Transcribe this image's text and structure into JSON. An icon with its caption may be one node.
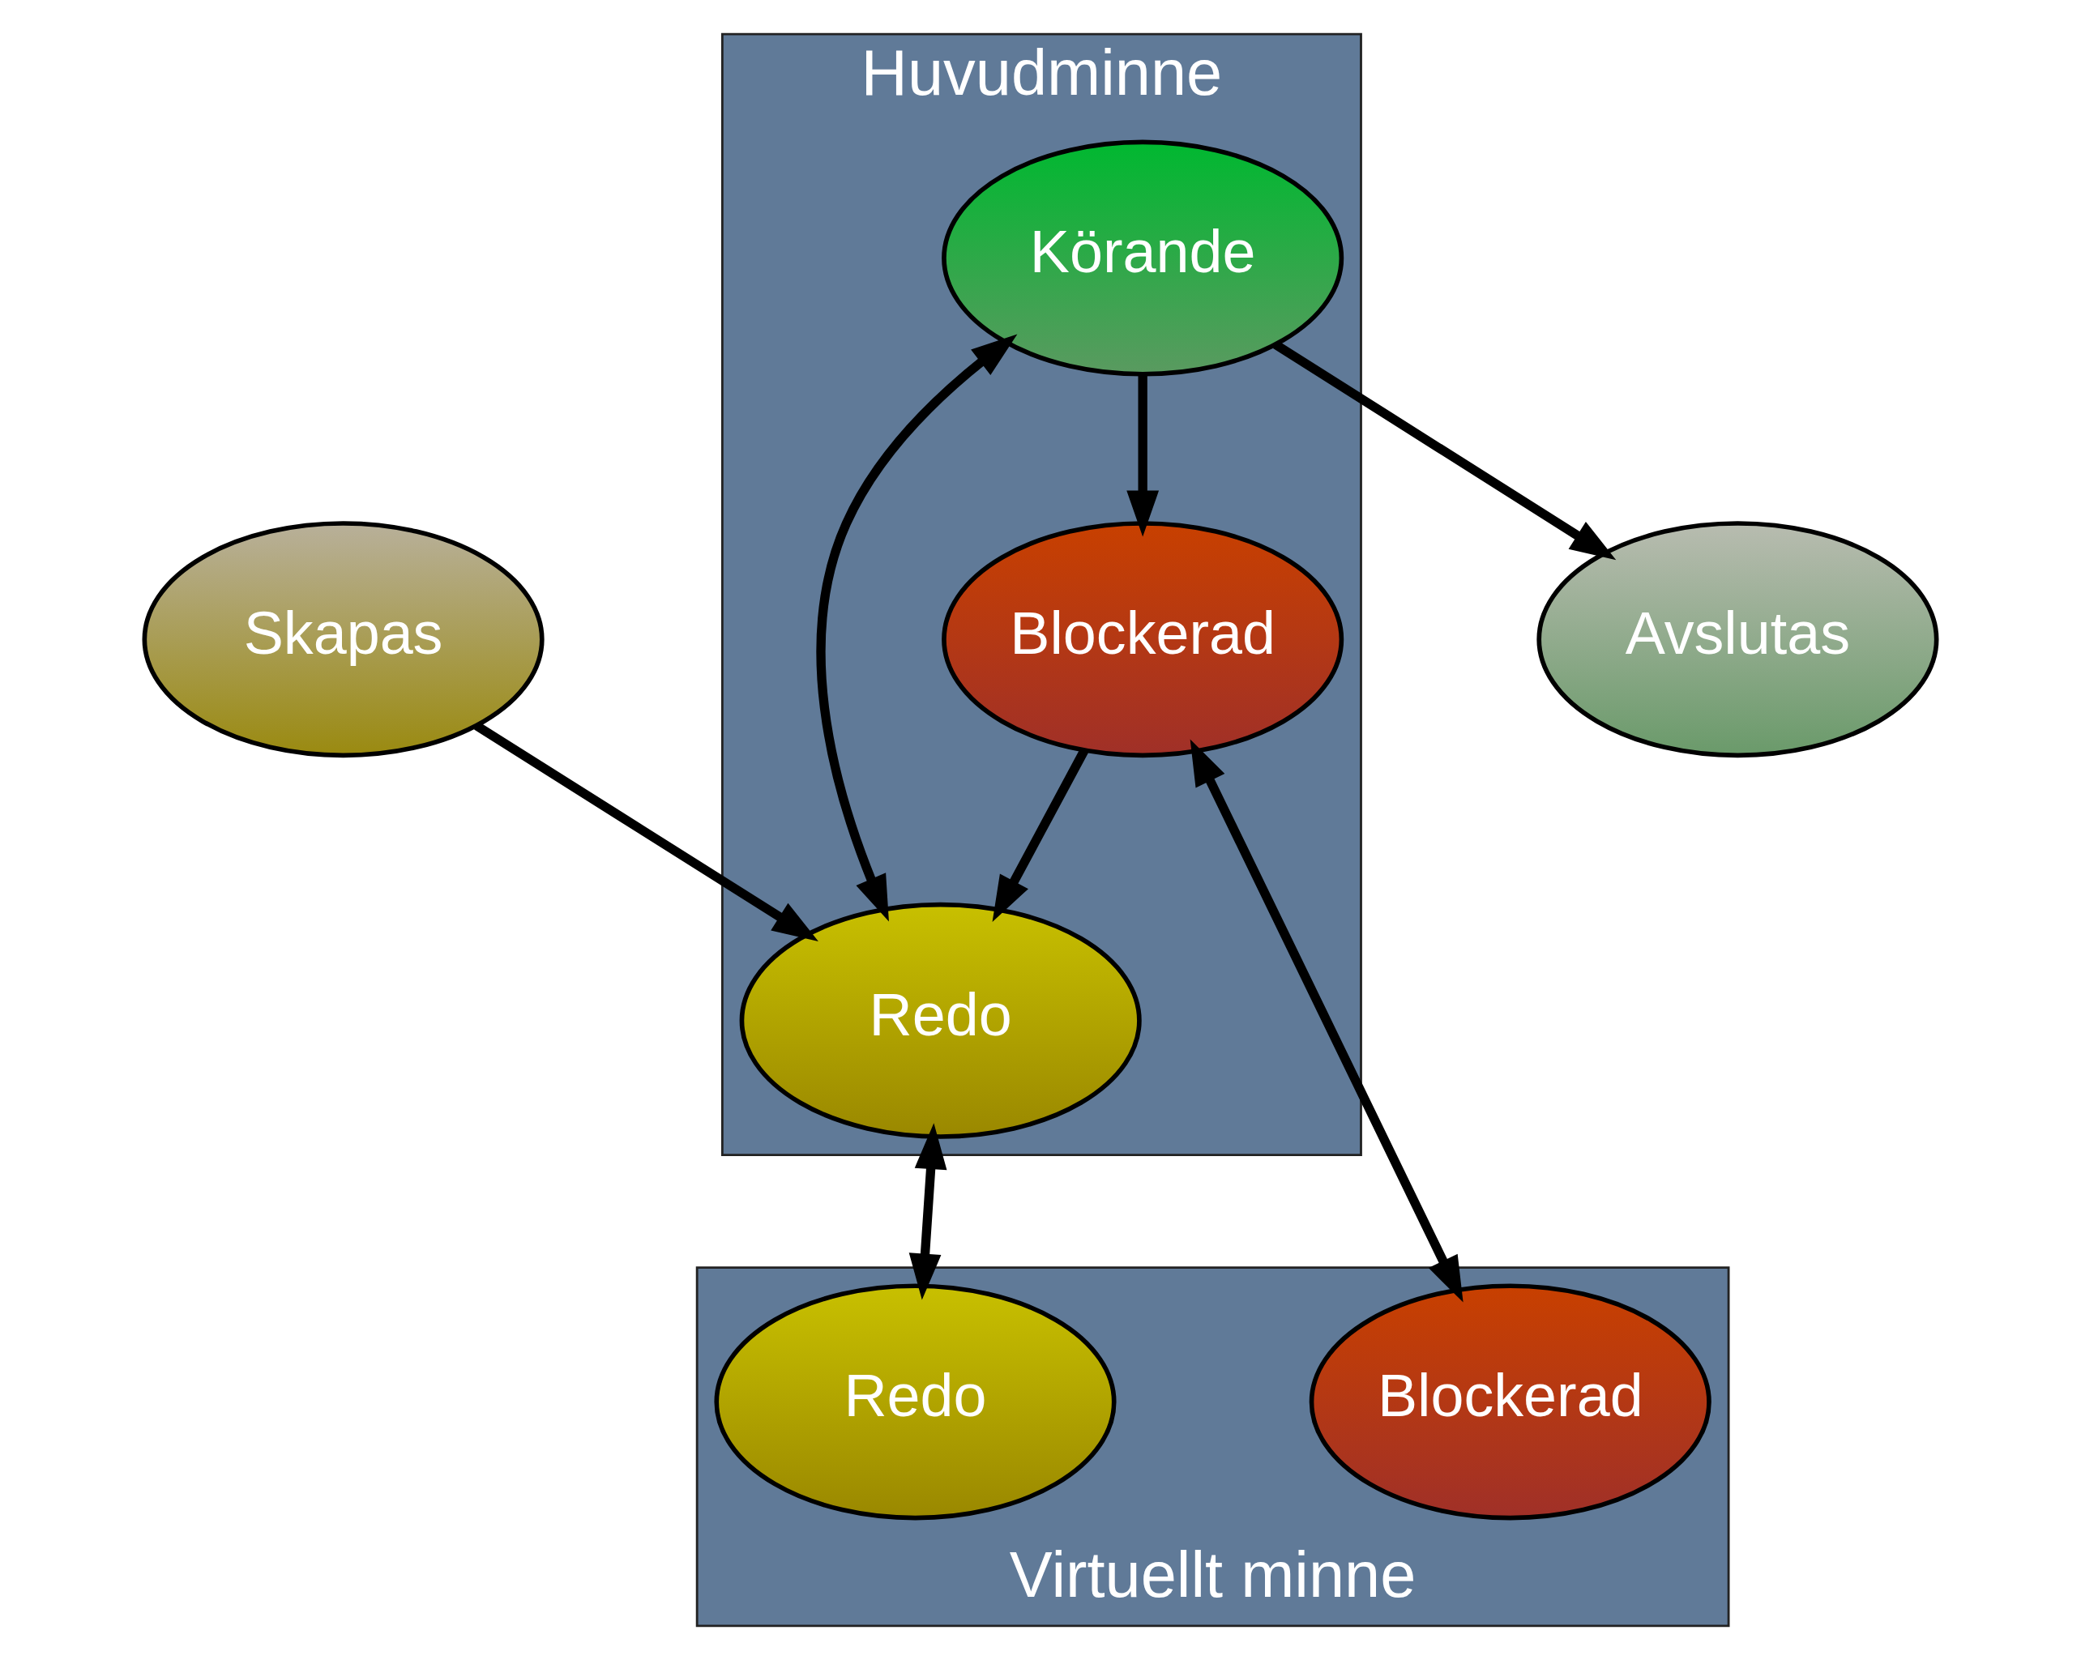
{
  "diagram": {
    "nodes": [
      {
        "text": [
          "Skapas"
        ]
      },
      {
        "text": [
          "Avslutas"
        ]
      },
      {
        "text": [
          "Huvudminne"
        ]
      },
      {
        "text": [
          "Körande"
        ],
        "in": 2
      },
      {
        "text": [
          "Redo"
        ],
        "in": 2
      },
      {
        "text": [
          "Blockerad"
        ],
        "in": 2
      },
      {
        "text": [
          "Virtuellt minne"
        ]
      },
      {
        "text": [
          "Redo"
        ],
        "in": 6
      },
      {
        "text": [
          "Blockerad"
        ],
        "in": 6
      }
    ],
    "edges": [
      {
        "from": 0,
        "to": 4,
        "arrow": "to"
      },
      {
        "from": 3,
        "to": 1,
        "arrow": "to"
      },
      {
        "from": 4,
        "to": 3,
        "arrow": "both"
      },
      {
        "from": 3,
        "to": 5,
        "arrow": "to"
      },
      {
        "from": 5,
        "to": 4,
        "arrow": "to"
      },
      {
        "from": 4,
        "to": 7,
        "arrow": "both"
      },
      {
        "from": 5,
        "to": 8,
        "arrow": "both"
      }
    ]
  }
}
